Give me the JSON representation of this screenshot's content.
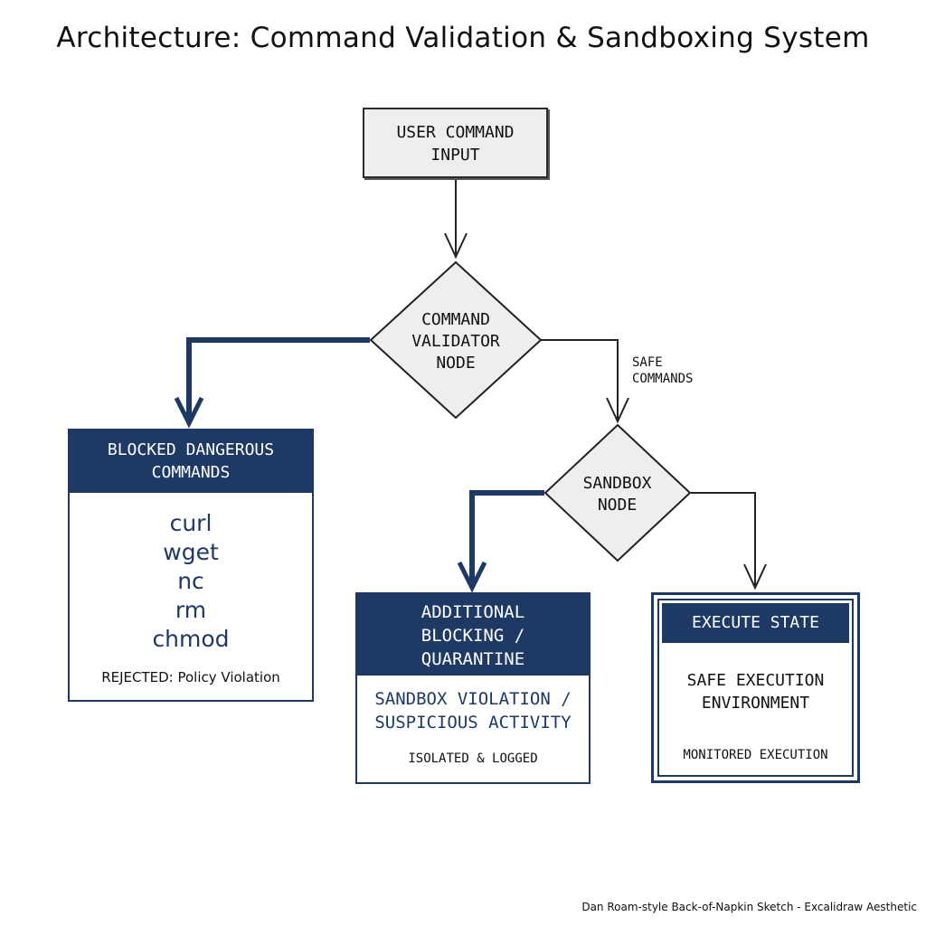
{
  "title": "Architecture: Command Validation & Sandboxing System",
  "nodes": {
    "user_input": {
      "line1": "USER COMMAND",
      "line2": "INPUT"
    },
    "validator": {
      "line1": "COMMAND",
      "line2": "VALIDATOR",
      "line3": "NODE"
    },
    "sandbox": {
      "line1": "SANDBOX",
      "line2": "NODE"
    }
  },
  "edge_labels": {
    "safe_line1": "SAFE",
    "safe_line2": "COMMANDS"
  },
  "blocked": {
    "header_line1": "BLOCKED DANGEROUS",
    "header_line2": "COMMANDS",
    "commands": [
      "curl",
      "wget",
      "nc",
      "rm",
      "chmod"
    ],
    "footer": "REJECTED: Policy Violation"
  },
  "quarantine": {
    "header_line1": "ADDITIONAL",
    "header_line2": "BLOCKING /",
    "header_line3": "QUARANTINE",
    "body_line1": "SANDBOX VIOLATION /",
    "body_line2": "SUSPICIOUS ACTIVITY",
    "footer": "ISOLATED & LOGGED"
  },
  "execute": {
    "header": "EXECUTE STATE",
    "body_line1": "SAFE EXECUTION",
    "body_line2": "ENVIRONMENT",
    "footer": "MONITORED EXECUTION"
  },
  "credit": "Dan Roam-style Back-of-Napkin Sketch - Excalidraw Aesthetic",
  "colors": {
    "navy": "#1e3a64",
    "node_fill": "#eeeeee",
    "ink": "#111111"
  }
}
